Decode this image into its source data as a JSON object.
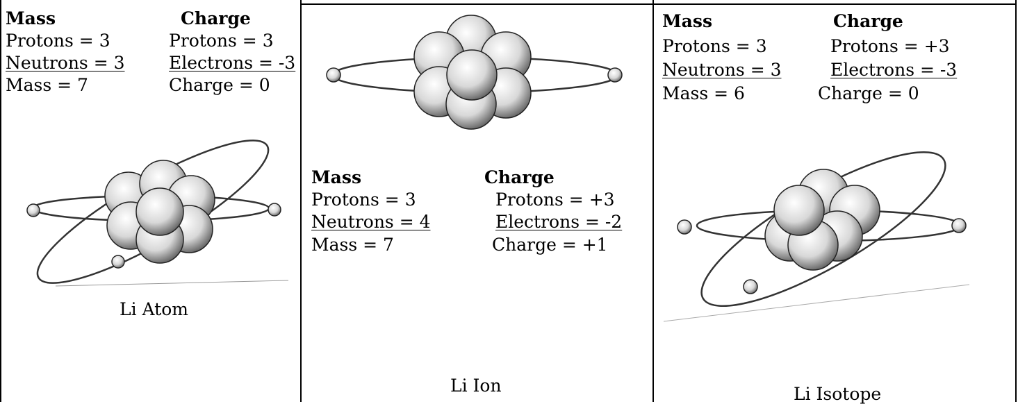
{
  "panels": [
    {
      "mass_header": "Mass",
      "charge_header": "Charge",
      "mass_rows": [
        "Protons = 3",
        "Neutrons = 3",
        "Mass = 7"
      ],
      "charge_rows": [
        "Protons = 3",
        "Electrons = -3",
        "Charge = 0"
      ],
      "caption": "Li Atom"
    },
    {
      "mass_header": "Mass",
      "charge_header": "Charge",
      "mass_rows": [
        "Protons = 3",
        "Neutrons = 4",
        "Mass = 7"
      ],
      "charge_rows": [
        "Protons = +3",
        "Electrons = -2",
        "Charge = +1"
      ],
      "caption": "Li Ion"
    },
    {
      "mass_header": "Mass",
      "charge_header": "Charge",
      "mass_rows": [
        "Protons = 3",
        "Neutrons = 3",
        "Mass = 6"
      ],
      "charge_rows": [
        "Protons = +3",
        "Electrons = -3",
        "Charge = 0"
      ],
      "caption": "Li Isotope"
    }
  ]
}
